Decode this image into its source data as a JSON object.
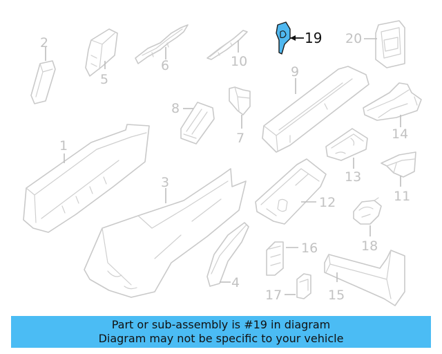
{
  "callouts": [
    "1",
    "2",
    "3",
    "4",
    "5",
    "6",
    "7",
    "8",
    "9",
    "10",
    "11",
    "12",
    "13",
    "14",
    "15",
    "16",
    "17",
    "18",
    "19",
    "20"
  ],
  "highlighted_callout": "19",
  "highlight_color": "#4fb8f0",
  "banner": {
    "line1": "Part or sub-assembly is #19 in diagram",
    "line2": "Diagram may not be specific to your vehicle",
    "background": "#4bbcf4"
  }
}
